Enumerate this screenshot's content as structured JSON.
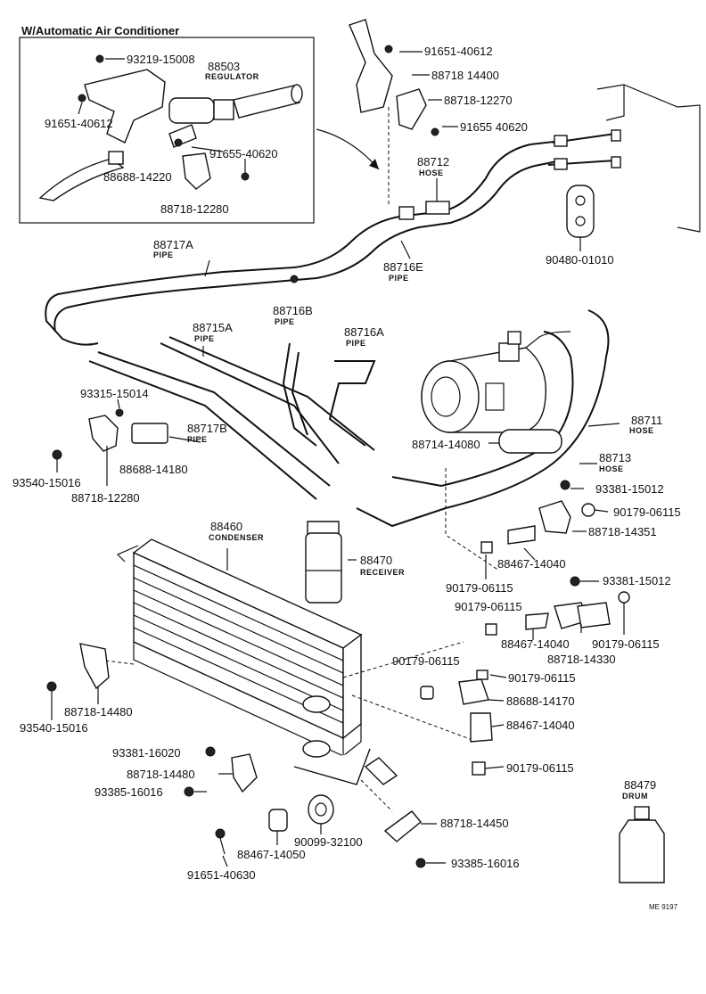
{
  "inset": {
    "title": "W/Automatic Air Conditioner",
    "parts": {
      "p93219_15008": "93219-15008",
      "p88503": "88503",
      "p88503_name": "REGULATOR",
      "p91651_40612": "91651-40612",
      "p91655_40620": "91655-40620",
      "p88688_14220": "88688-14220",
      "p88718_12280": "88718-12280"
    }
  },
  "labels": {
    "p91651_40612_top": "91651-40612",
    "p88718_14400": "88718 14400",
    "p88718_12270": "88718-12270",
    "p91655_40620_top": "91655 40620",
    "p88712": "88712",
    "p88712_name": "HOSE",
    "p88717A": "88717A",
    "p88717A_name": "PIPE",
    "p88716E": "88716E",
    "p88716E_name": "PIPE",
    "p90480_01010": "90480-01010",
    "p88716B": "88716B",
    "p88716B_name": "PIPE",
    "p88715A": "88715A",
    "p88715A_name": "PIPE",
    "p88716A": "88716A",
    "p88716A_name": "PIPE",
    "p93315_15014": "93315-15014",
    "p88717B": "88717B",
    "p88717B_name": "PIPE",
    "p88711": "88711",
    "p88711_name": "HOSE",
    "p88714_14080": "88714-14080",
    "p88713": "88713",
    "p88713_name": "HOSE",
    "p88688_14180": "88688-14180",
    "p93540_15016_a": "93540-15016",
    "p88718_12280": "88718-12280",
    "p93381_15012_a": "93381-15012",
    "p90179_06115_a": "90179-06115",
    "p88460": "88460",
    "p88460_name": "CONDENSER",
    "p88718_14351": "88718-14351",
    "p88470": "88470",
    "p88470_name": "RECEIVER",
    "p88467_14040_a": "88467-14040",
    "p90179_06115_b": "90179-06115",
    "p93381_15012_b": "93381-15012",
    "p90179_06115_c": "90179-06115",
    "p88467_14040_b": "88467-14040",
    "p90179_06115_d": "90179-06115",
    "p88718_14330": "88718-14330",
    "p90179_06115_e": "90179-06115",
    "p90179_06115_f": "90179-06115",
    "p88718_14480_a": "88718-14480",
    "p93540_15016_b": "93540-15016",
    "p88688_14170": "88688-14170",
    "p88467_14040_c": "88467-14040",
    "p93381_16020": "93381-16020",
    "p88718_14480_b": "88718-14480",
    "p90179_06115_g": "90179-06115",
    "p93385_16016_a": "93385-16016",
    "p88479": "88479",
    "p88479_name": "DRUM",
    "p88718_14450": "88718-14450",
    "p90099_32100": "90099-32100",
    "p88467_14050": "88467-14050",
    "p93385_16016_b": "93385-16016",
    "p91651_40630": "91651-40630",
    "code": "ME 9197"
  }
}
